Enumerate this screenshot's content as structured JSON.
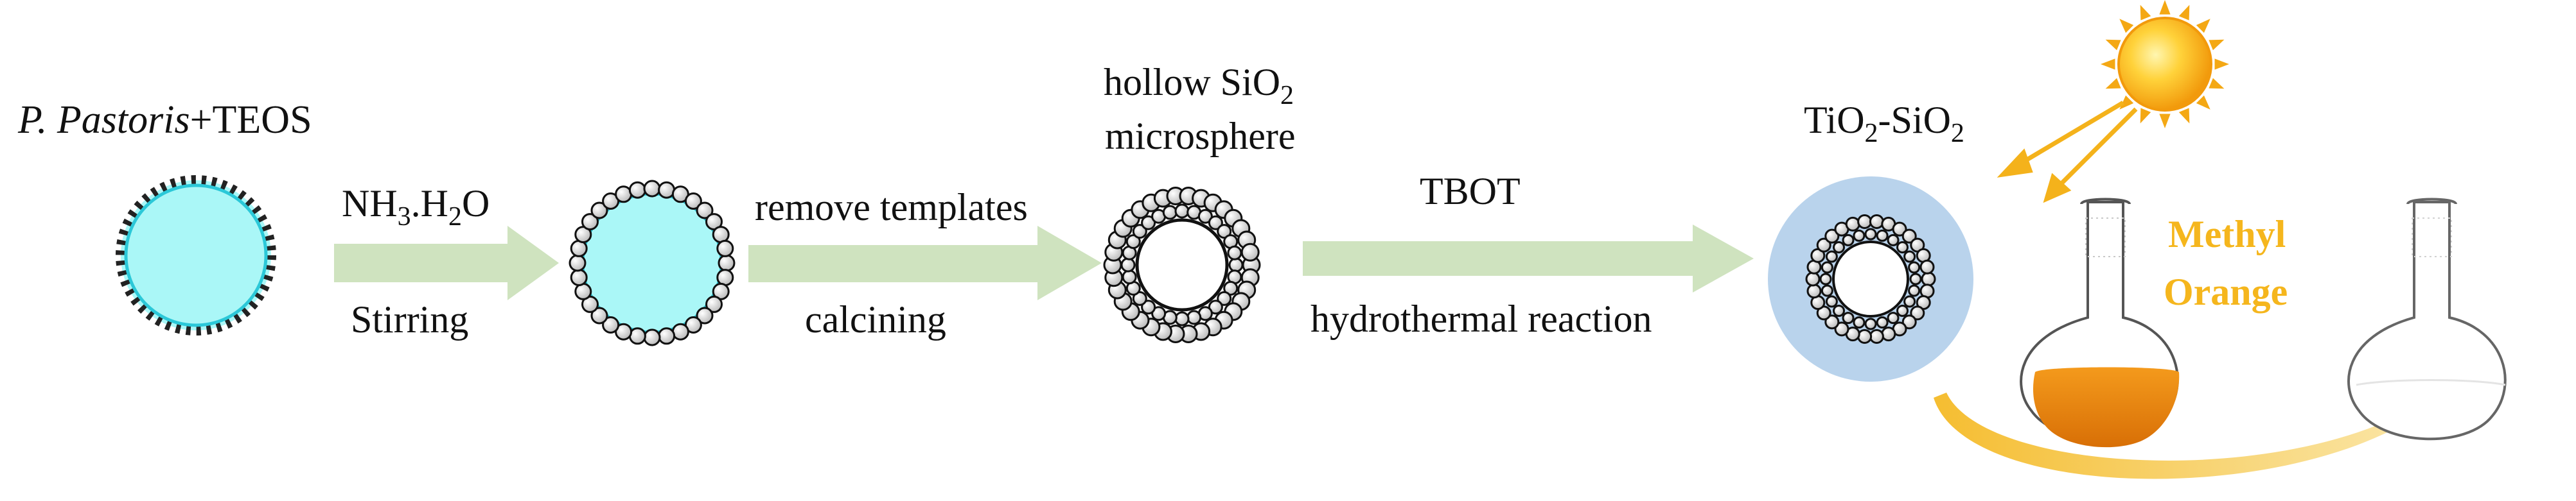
{
  "labels": {
    "start_italic": "P. Pastoris",
    "start_plus": "+TEOS",
    "step1_top_main": "NH",
    "step1_top_sub1": "3",
    "step1_top_mid": ".H",
    "step1_top_sub2": "2",
    "step1_top_end": "O",
    "step1_bottom": "Stirring",
    "step2_top": "remove templates",
    "step2_bottom": "calcining",
    "hollow_line1_main": "hollow SiO",
    "hollow_line1_sub": "2",
    "hollow_line2": "microsphere",
    "step3_top": "TBOT",
    "step3_bottom": "hydrothermal reaction",
    "product_a": "TiO",
    "product_a_sub": "2",
    "product_b": "-SiO",
    "product_b_sub": "2",
    "methyl_line1": "Methyl",
    "methyl_line2": "Orange"
  },
  "colors": {
    "arrow": "#cfe3bf",
    "core": "#aaf7f7",
    "core_rim": "#29c8d8",
    "halo": "#b9d3ec",
    "dye": "#e88410",
    "methyl_text": "#f5b61d",
    "sun": "#f8b912",
    "sun_rays": "#f4b21b",
    "degrade_arrow": "#f8d77c"
  },
  "icons": [
    "sun-icon",
    "flask-with-dye-icon",
    "empty-flask-icon"
  ]
}
